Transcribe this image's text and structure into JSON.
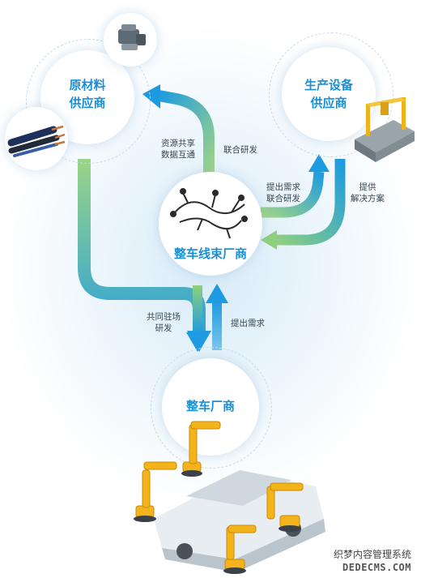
{
  "nodes": {
    "raw_material": {
      "line1": "原材料",
      "line2": "供应商"
    },
    "equipment": {
      "line1": "生产设备",
      "line2": "供应商"
    },
    "harness_maker": {
      "label": "整车线束厂商"
    },
    "oem": {
      "label": "整车厂商"
    }
  },
  "edges": {
    "share": {
      "line1": "资源共享",
      "line2": "数据互通"
    },
    "joint_dev": {
      "label": "联合研发"
    },
    "demand_joint": {
      "line1": "提出需求",
      "line2": "联合研发"
    },
    "provide_solution": {
      "line1": "提供",
      "line2": "解决方案"
    },
    "onsite": {
      "line1": "共同驻场",
      "line2": "研发"
    },
    "demand": {
      "label": "提出需求"
    }
  },
  "watermark": {
    "line1": "织梦内容管理系统",
    "line2": "DEDECMS.COM"
  },
  "colors": {
    "title_blue": "#1b8fd6",
    "arrow_blue": "#1e9be0",
    "arrow_green": "#8fd07e"
  },
  "icons": [
    "connector-icon",
    "cable-icon",
    "assembly-machine-icon",
    "wire-harness-icon",
    "robot-arm-icon",
    "car-body-icon"
  ]
}
